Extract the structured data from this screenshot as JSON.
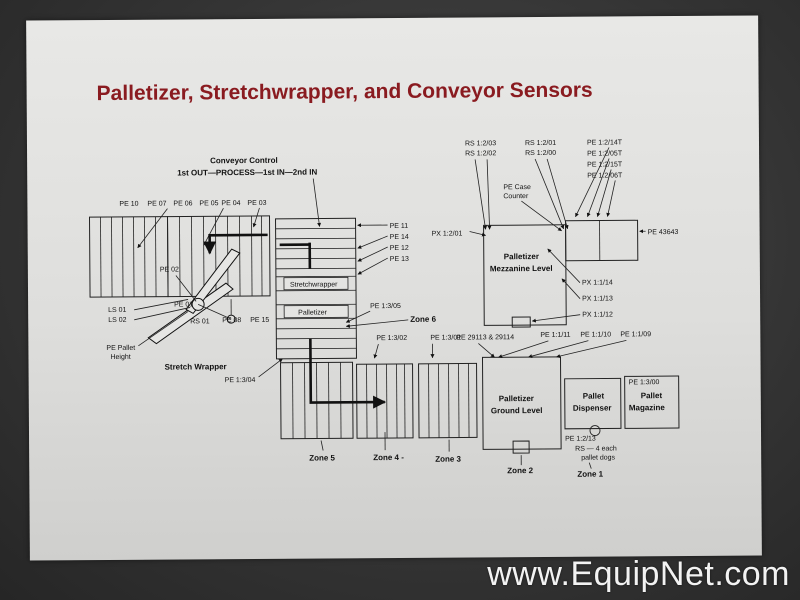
{
  "title": "Palletizer, Stretchwrapper, and Conveyor Sensors",
  "conveyor_control": {
    "heading": "Conveyor Control",
    "sequence": "1st OUT—PROCESS—1st IN—2nd IN"
  },
  "sensors": {
    "pe10": "PE 10",
    "pe07": "PE 07",
    "pe06": "PE 06",
    "pe05": "PE 05",
    "pe04": "PE 04",
    "pe03": "PE 03",
    "pe02": "PE 02",
    "pe01": "PE 01",
    "pe08": "PE 08",
    "pe15": "PE 15",
    "ls01": "LS 01",
    "ls02": "LS 02",
    "rs01": "RS 01",
    "pe_pallet_height_1": "PE Pallet",
    "pe_pallet_height_2": "Height",
    "pe11": "PE 11",
    "pe14": "PE 14",
    "pe12": "PE 12",
    "pe13": "PE 13",
    "pe_1_3_05": "PE 1:3/05",
    "pe_1_3_04": "PE 1:3/04",
    "pe_1_3_02": "PE 1:3/02",
    "pe_1_3_01": "PE 1:3/01",
    "rs_1_2_03": "RS 1:2/03",
    "rs_1_2_02": "RS 1:2/02",
    "rs_1_2_01": "RS 1:2/01",
    "rs_1_2_00": "RS 1:2/00",
    "pe_1_2_14t": "PE 1:2/14T",
    "pe_1_2_05t": "PE 1:2/05T",
    "pe_1_2_15t": "PE 1:2/15T",
    "pe_1_2_06t": "PE 1:2/06T",
    "pe_case_counter_1": "PE Case",
    "pe_case_counter_2": "Counter",
    "px_1_2_01": "PX 1:2/01",
    "pe_43643": "PE 43643",
    "px_1_1_14": "PX 1:1/14",
    "px_1_1_13": "PX 1:1/13",
    "px_1_1_12": "PX 1:1/12",
    "pe_1_1_11": "PE 1:1/11",
    "pe_1_1_10": "PE 1:1/10",
    "pe_1_1_09": "PE 1:1/09",
    "pe_29113_29114": "PE 29113 & 29114",
    "pe_1_3_00": "PE 1:3/00",
    "pe_1_2_13": "PE 1:2/13",
    "rs_pallet_dogs_1": "RS — 4 each",
    "rs_pallet_dogs_2": "pallet dogs"
  },
  "areas": {
    "stretchwrapper": "Stretchwrapper",
    "palletizer": "Palletizer",
    "stretch_wrapper": "Stretch Wrapper",
    "mezz_1": "Palletizer",
    "mezz_2": "Mezzanine Level",
    "ground_1": "Palletizer",
    "ground_2": "Ground Level",
    "dispenser_1": "Pallet",
    "dispenser_2": "Dispenser",
    "magazine_1": "Pallet",
    "magazine_2": "Magazine"
  },
  "zones": {
    "zone6": "Zone 6",
    "zone5": "Zone 5",
    "zone4": "Zone 4 -",
    "zone3": "Zone 3",
    "zone2": "Zone 2",
    "zone1": "Zone 1"
  },
  "watermark": "www.EquipNet.com"
}
